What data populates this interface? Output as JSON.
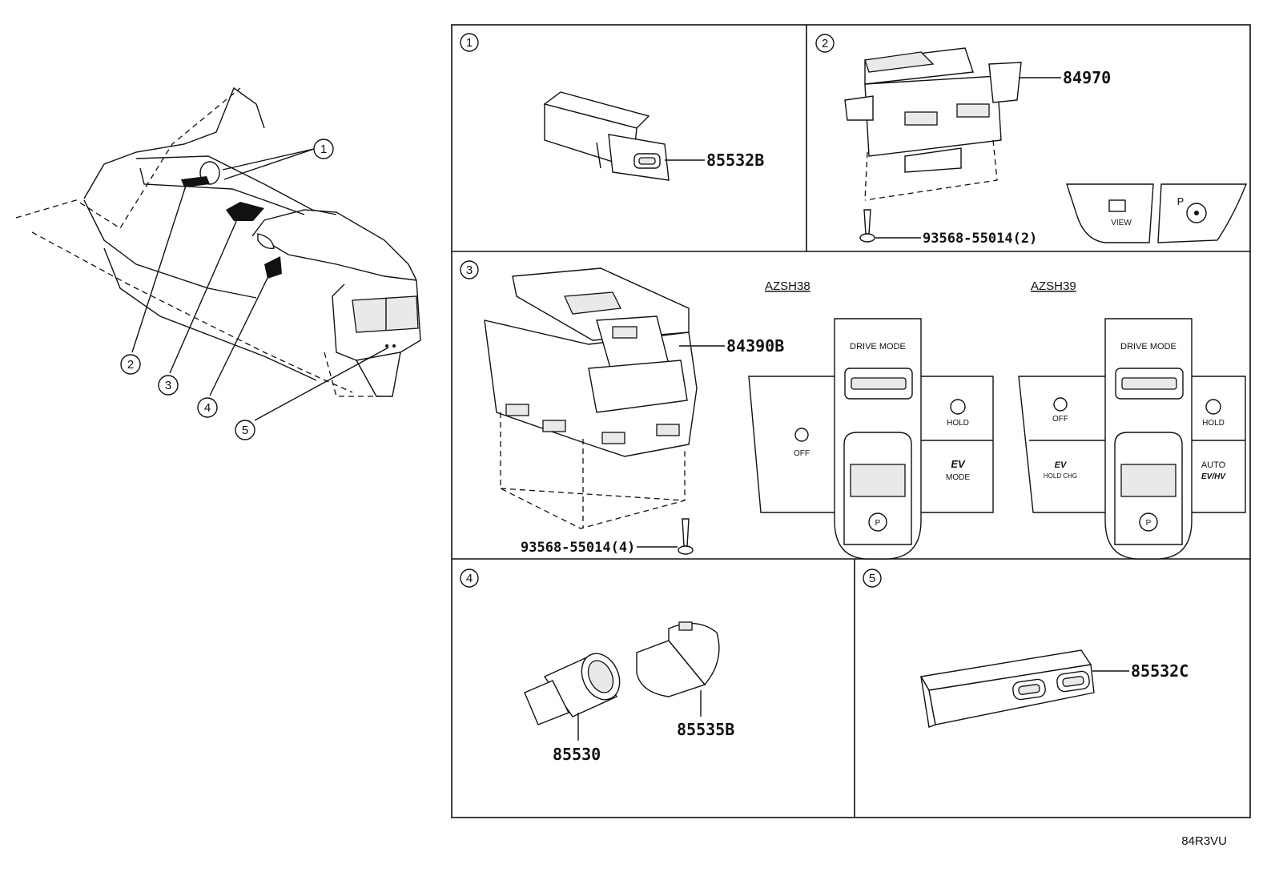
{
  "overview": {
    "callouts": [
      "1",
      "2",
      "3",
      "4",
      "5"
    ]
  },
  "panels": [
    {
      "number": "1",
      "parts": [
        "85532B"
      ]
    },
    {
      "number": "2",
      "parts": [
        "84970",
        "93568-55014(2)"
      ],
      "buttons": [
        "VIEW",
        "P"
      ]
    },
    {
      "number": "3",
      "parts": [
        "84390B",
        "93568-55014(4)"
      ],
      "variants": [
        {
          "model": "AZSH38",
          "drive_mode": "DRIVE MODE",
          "left_top": "OFF",
          "right_top": "HOLD",
          "right_bottom_main": "EV",
          "right_bottom_sub": "MODE",
          "park": "P"
        },
        {
          "model": "AZSH39",
          "drive_mode": "DRIVE MODE",
          "left_top": "OFF",
          "left_bottom_main": "EV",
          "left_bottom_sub": "HOLD CHG",
          "right_top": "HOLD",
          "right_bottom_main": "AUTO",
          "right_bottom_sub": "EV/HV",
          "park": "P"
        }
      ]
    },
    {
      "number": "4",
      "parts": [
        "85530",
        "85535B"
      ]
    },
    {
      "number": "5",
      "parts": [
        "85532C"
      ]
    }
  ],
  "diagram_code": "84R3VU"
}
